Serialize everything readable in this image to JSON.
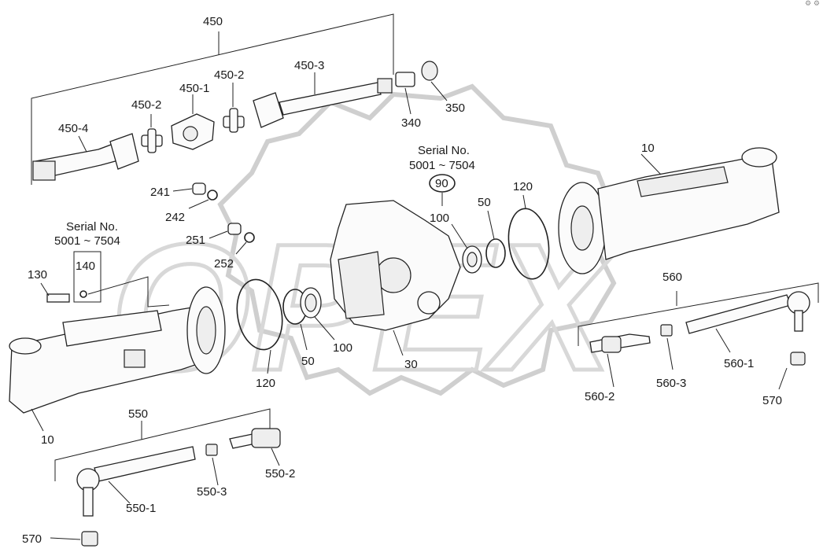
{
  "corner_mark": "⚙ ⚙",
  "labels": {
    "l450": "450",
    "l450_1": "450-1",
    "l450_2a": "450-2",
    "l450_2b": "450-2",
    "l450_3": "450-3",
    "l450_4": "450-4",
    "l340": "340",
    "l350": "350",
    "l10a": "10",
    "l10b": "10",
    "l241": "241",
    "l242": "242",
    "l251": "251",
    "l252": "252",
    "serial1_line1": "Serial No.",
    "serial1_line2": "5001 ~ 7504",
    "serial2_line1": "Serial No.",
    "serial2_line2": "5001 ~ 7504",
    "l90": "90",
    "l100a": "100",
    "l100b": "100",
    "l50a": "50",
    "l50b": "50",
    "l120a": "120",
    "l120b": "120",
    "l130": "130",
    "l140": "140",
    "l30": "30",
    "l560": "560",
    "l560_1": "560-1",
    "l560_2": "560-2",
    "l560_3": "560-3",
    "l570a": "570",
    "l570b": "570",
    "l550": "550",
    "l550_1": "550-1",
    "l550_2": "550-2",
    "l550_3": "550-3"
  },
  "colors": {
    "ink": "#222222",
    "watermark": "#d8d8d8",
    "background": "#ffffff"
  }
}
